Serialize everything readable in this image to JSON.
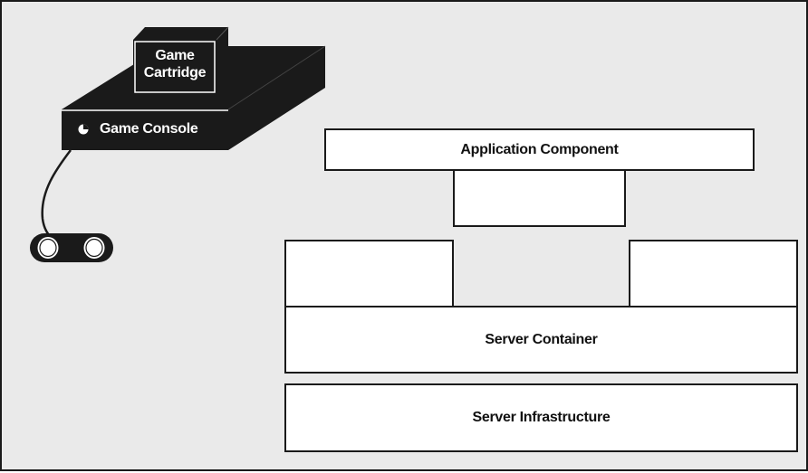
{
  "diagram": {
    "game": {
      "cartridge_line1": "Game",
      "cartridge_line2": "Cartridge",
      "console_label": "Game Console"
    },
    "stack": {
      "application_component": "Application Component",
      "server_container": "Server Container",
      "server_infrastructure": "Server Infrastructure"
    }
  },
  "colors": {
    "ink": "#1a1a1a",
    "background": "#eaeaea",
    "box_fill": "#ffffff"
  }
}
